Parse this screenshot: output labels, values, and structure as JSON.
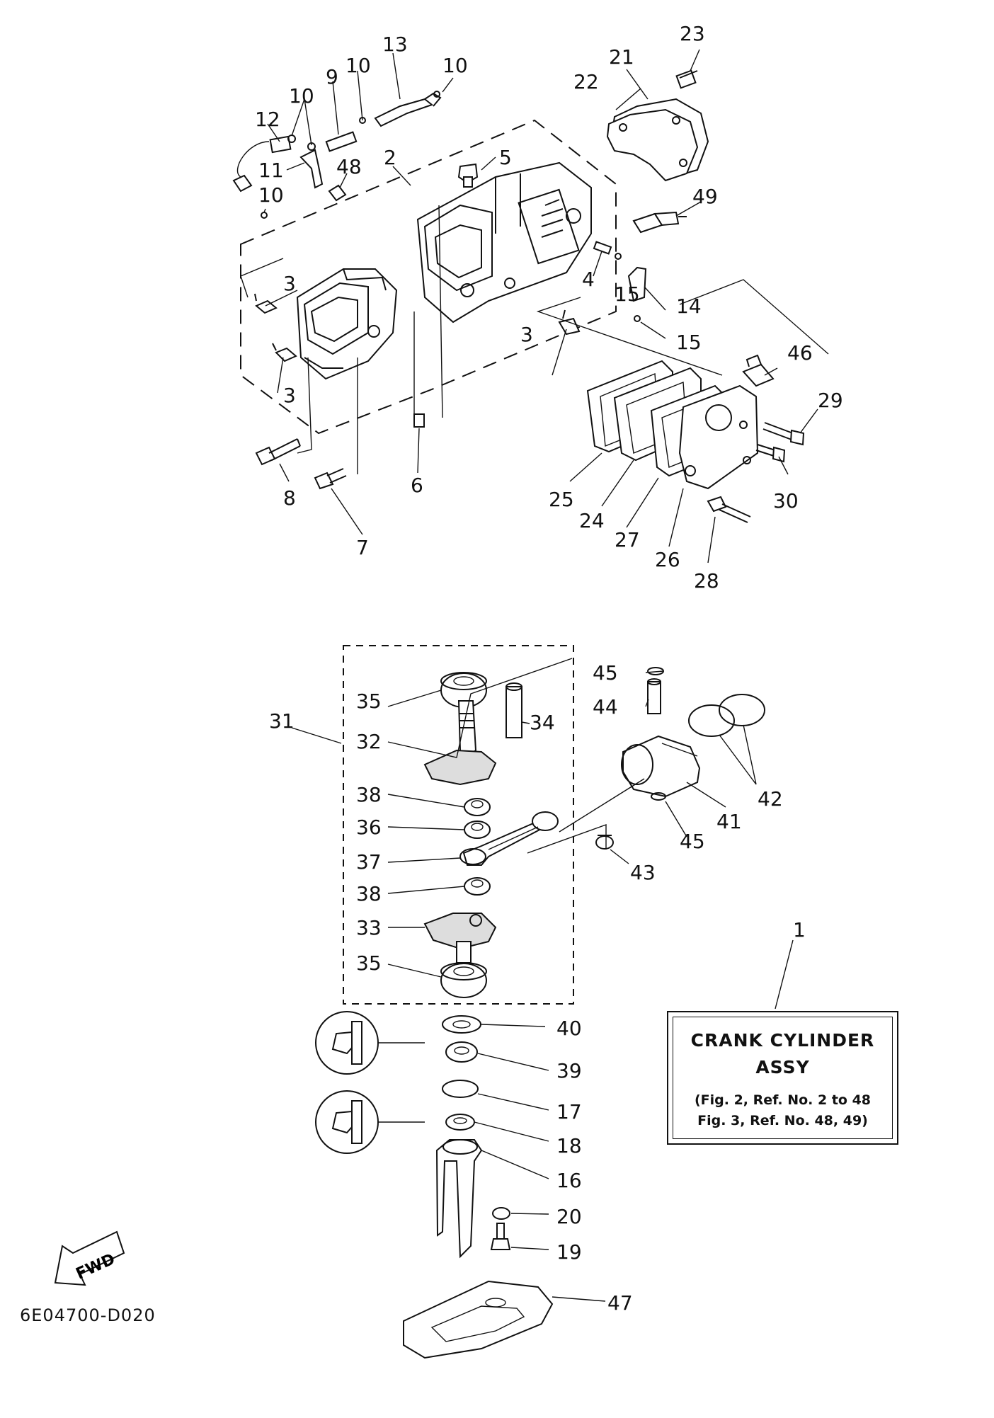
{
  "labels": {
    "l1": "1",
    "l2": "2",
    "l3a": "3",
    "l3b": "3",
    "l3c": "3",
    "l4": "4",
    "l5": "5",
    "l6": "6",
    "l7": "7",
    "l8": "8",
    "l9": "9",
    "l10a": "10",
    "l10b": "10",
    "l10c": "10",
    "l10d": "10",
    "l11": "11",
    "l12": "12",
    "l13": "13",
    "l14": "14",
    "l15a": "15",
    "l15b": "15",
    "l16": "16",
    "l17": "17",
    "l18": "18",
    "l19": "19",
    "l20": "20",
    "l21": "21",
    "l22": "22",
    "l23": "23",
    "l24": "24",
    "l25": "25",
    "l26": "26",
    "l27": "27",
    "l28": "28",
    "l29": "29",
    "l30": "30",
    "l31": "31",
    "l32": "32",
    "l33": "33",
    "l34": "34",
    "l35a": "35",
    "l35b": "35",
    "l36": "36",
    "l37": "37",
    "l38a": "38",
    "l38b": "38",
    "l39": "39",
    "l40": "40",
    "l41": "41",
    "l42": "42",
    "l43": "43",
    "l44": "44",
    "l45a": "45",
    "l45b": "45",
    "l46": "46",
    "l47": "47",
    "l48": "48",
    "l49": "49"
  },
  "note": {
    "title_line1": "CRANK CYLINDER",
    "title_line2": "ASSY",
    "ref_line1": "(Fig. 2, Ref. No. 2 to 48",
    "ref_line2": "Fig. 3, Ref. No. 48, 49)"
  },
  "fwd_label": "FWD",
  "figure_code": "6E04700-D020"
}
